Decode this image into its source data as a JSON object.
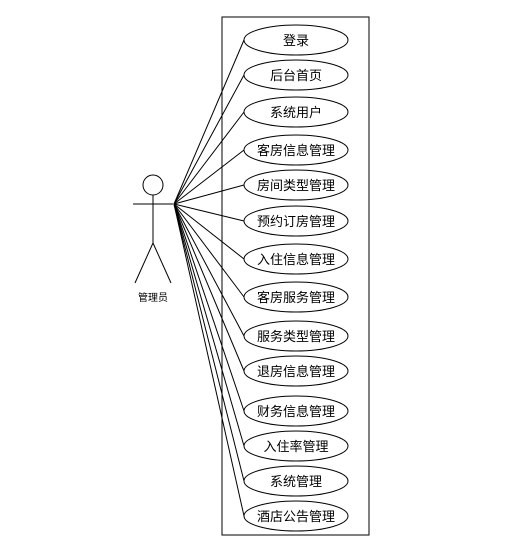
{
  "actor": {
    "label": "管理员"
  },
  "use_cases": [
    {
      "label": "登录"
    },
    {
      "label": "后台首页"
    },
    {
      "label": "系统用户"
    },
    {
      "label": "客房信息管理"
    },
    {
      "label": "房间类型管理"
    },
    {
      "label": "预约订房管理"
    },
    {
      "label": "入住信息管理"
    },
    {
      "label": "客房服务管理"
    },
    {
      "label": "服务类型管理"
    },
    {
      "label": "退房信息管理"
    },
    {
      "label": "财务信息管理"
    },
    {
      "label": "入住率管理"
    },
    {
      "label": "系统管理"
    },
    {
      "label": "酒店公告管理"
    }
  ]
}
